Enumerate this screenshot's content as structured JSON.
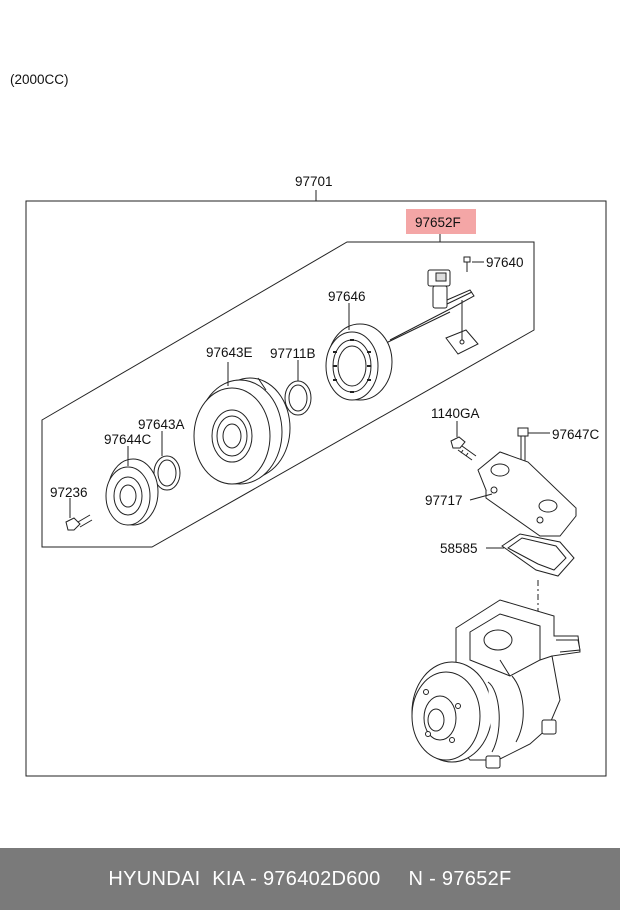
{
  "diagram": {
    "engine_label": "(2000CC)",
    "assembly_number": "97701",
    "highlight_color": "#f4a6a6",
    "parts": {
      "p97652F": "97652F",
      "p97640": "97640",
      "p97646": "97646",
      "p97643E": "97643E",
      "p97711B": "97711B",
      "p97643A": "97643A",
      "p97644C": "97644C",
      "p97236": "97236",
      "p1140GA": "1140GA",
      "p97647C": "97647C",
      "p97717": "97717",
      "p58585": "58585"
    }
  },
  "footer": {
    "left": "HYUNDAI  KIA - 976402D600",
    "right": "N - 97652F",
    "background": "#7a7a7a"
  }
}
